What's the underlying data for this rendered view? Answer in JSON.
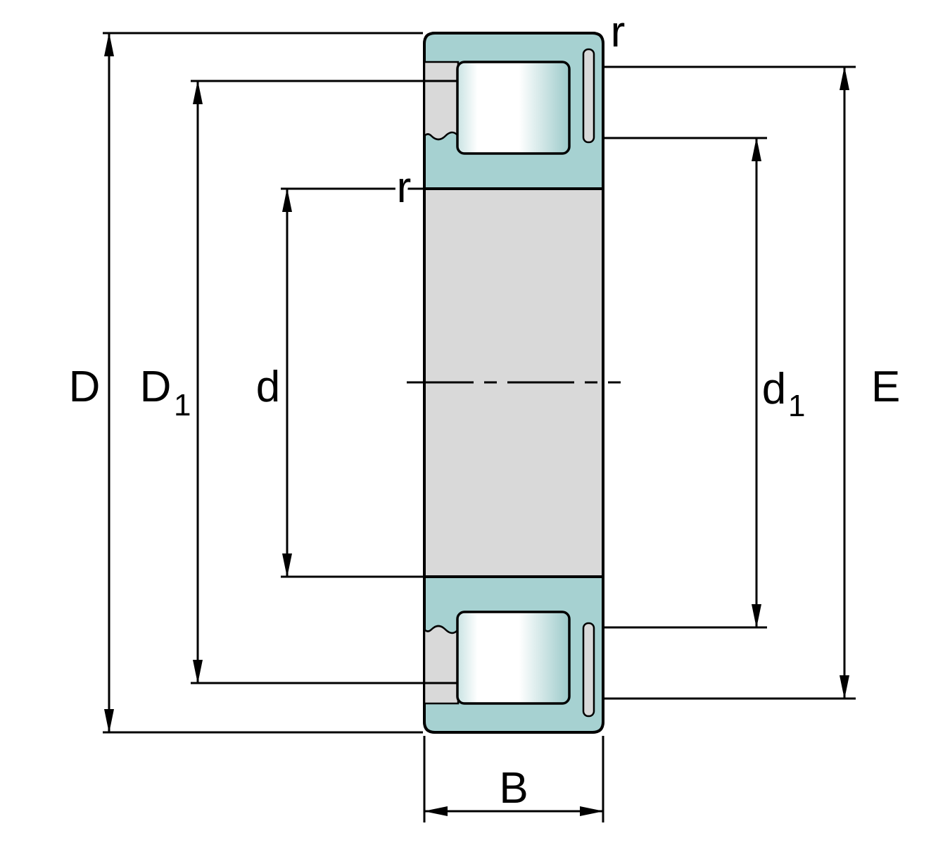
{
  "diagram": {
    "name": "cylindrical-roller-bearing-cross-section",
    "description": "Dimensional cross-section drawing of a single row cylindrical roller bearing with dimension arrows"
  },
  "colors": {
    "ring_teal": "#a6d1d1",
    "body_gray": "#d9d9d9",
    "roller_light": "#ffffff",
    "roller_shade": "#9ccaca",
    "roller_shade_light": "#c9e3e3",
    "outline_black": "#000000",
    "background": "#ffffff"
  },
  "labels": {
    "D": "D",
    "D1": {
      "main": "D",
      "sub": "1"
    },
    "d": "d",
    "d1": {
      "main": "d",
      "sub": "1"
    },
    "E": "E",
    "B": "B",
    "r_outer": "r",
    "r_inner": "r"
  }
}
